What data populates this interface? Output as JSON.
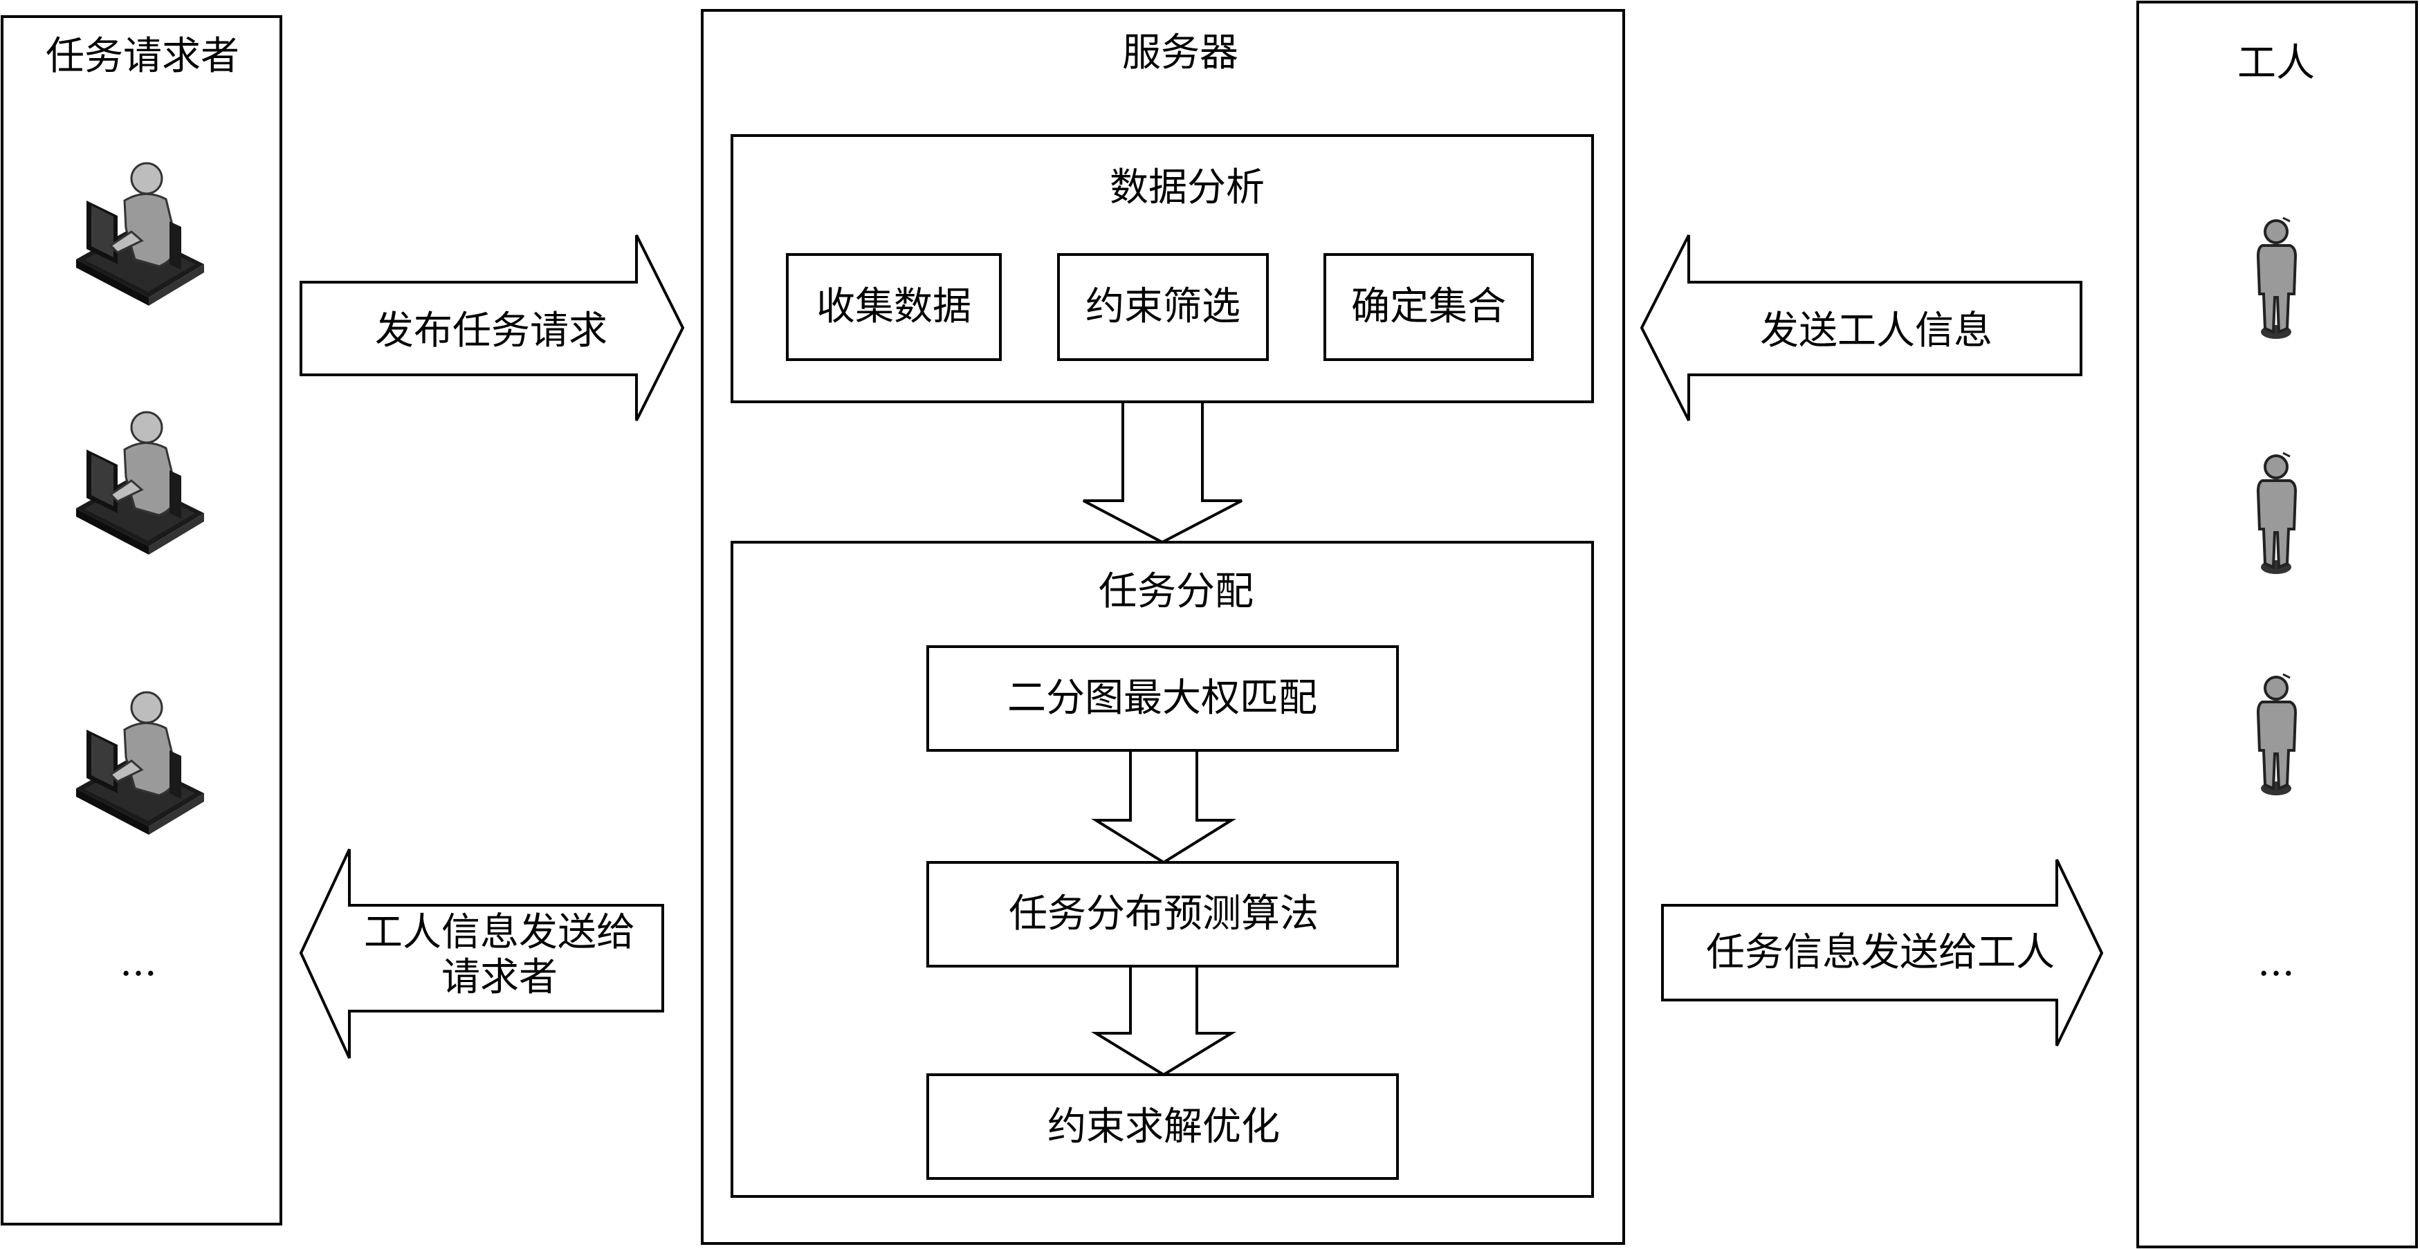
{
  "requester": {
    "title": "任务请求者",
    "ellipsis": "..."
  },
  "server": {
    "title": "服务器",
    "analysis": {
      "title": "数据分析",
      "steps": [
        "收集数据",
        "约束筛选",
        "确定集合"
      ]
    },
    "allocation": {
      "title": "任务分配",
      "steps": [
        "二分图最大权匹配",
        "任务分布预测算法",
        "约束求解优化"
      ]
    }
  },
  "worker": {
    "title": "工人",
    "ellipsis": "..."
  },
  "arrows": {
    "publish_request": "发布任务请求",
    "send_worker_info": "发送工人信息",
    "worker_info_to_requester_line1": "工人信息发送给",
    "worker_info_to_requester_line2": "请求者",
    "task_info_to_worker": "任务信息发送给工人"
  },
  "colors": {
    "stroke": "#000000",
    "background": "#ffffff",
    "icon_gray": "#9a9a9a",
    "icon_dark": "#1a1a1a"
  }
}
